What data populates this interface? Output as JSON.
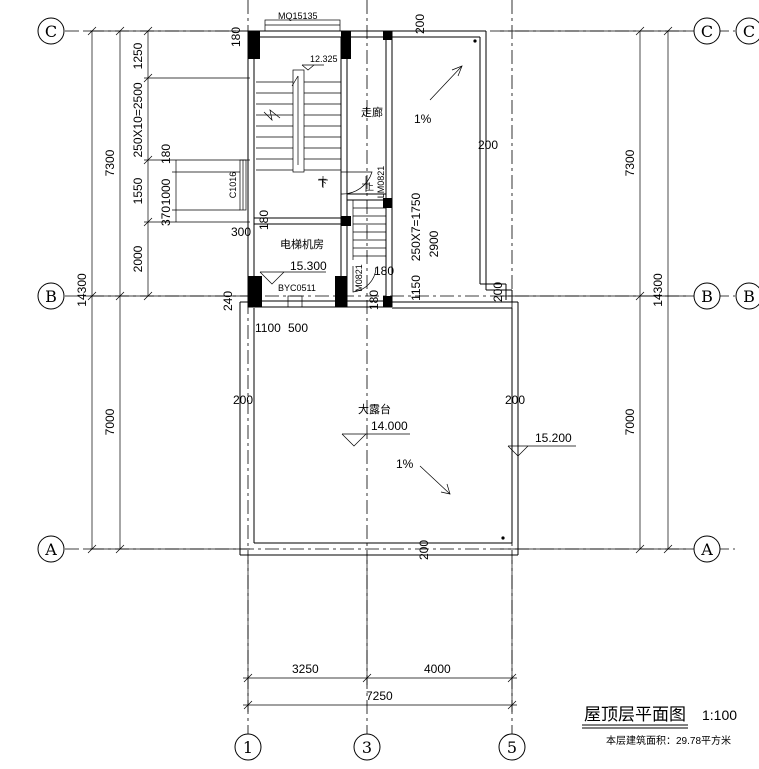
{
  "title": "屋顶层平面图",
  "scale": "1:100",
  "area_note": "本层建筑面积：29.78平方米",
  "axes": {
    "C": "C",
    "B": "B",
    "A": "A",
    "n1": "1",
    "n3": "3",
    "n5": "5"
  },
  "rooms": {
    "corridor": "走廊",
    "elevator_room": "电梯机房",
    "terrace": "大露台"
  },
  "levels": {
    "stair_top": "12.325",
    "elevator": "15.300",
    "terrace": "14.000",
    "parapet": "15.200"
  },
  "slopes": {
    "upper": "1%",
    "lower": "1%"
  },
  "openings": {
    "window_top": "MQ15135",
    "window_left": "C1016",
    "door_right": "LM0821",
    "door_small": "M0821",
    "vent": "BYC0511"
  },
  "stair_label_down": "下",
  "stair_label_up": "上",
  "dims": {
    "left_1250": "1250",
    "left_2500": "250X10=2500",
    "left_180": "180",
    "left_1000": "1000",
    "left_370": "370",
    "left_1550": "1550",
    "left_2000": "2000",
    "left_7300": "7300",
    "left_14300": "14300",
    "left_7000": "7000",
    "right_7300": "7300",
    "right_14300": "14300",
    "right_7000": "7000",
    "wall_180_top": "180",
    "wall_180_mid": "180",
    "wall_300": "300",
    "wall_240": "240",
    "wall_180_low": "180",
    "wall_180_low2": "180",
    "d_1100": "1100",
    "d_500": "500",
    "d_200_top": "200",
    "d_200_right": "200",
    "d_200_corner": "200",
    "d_200_left": "200",
    "d_200_terrace_right": "200",
    "d_200_bottom": "200",
    "stair_1750": "250X7=1750",
    "stair_1150": "1150",
    "stair_2900": "2900",
    "b_3250": "3250",
    "b_4000": "4000",
    "b_7250": "7250"
  }
}
